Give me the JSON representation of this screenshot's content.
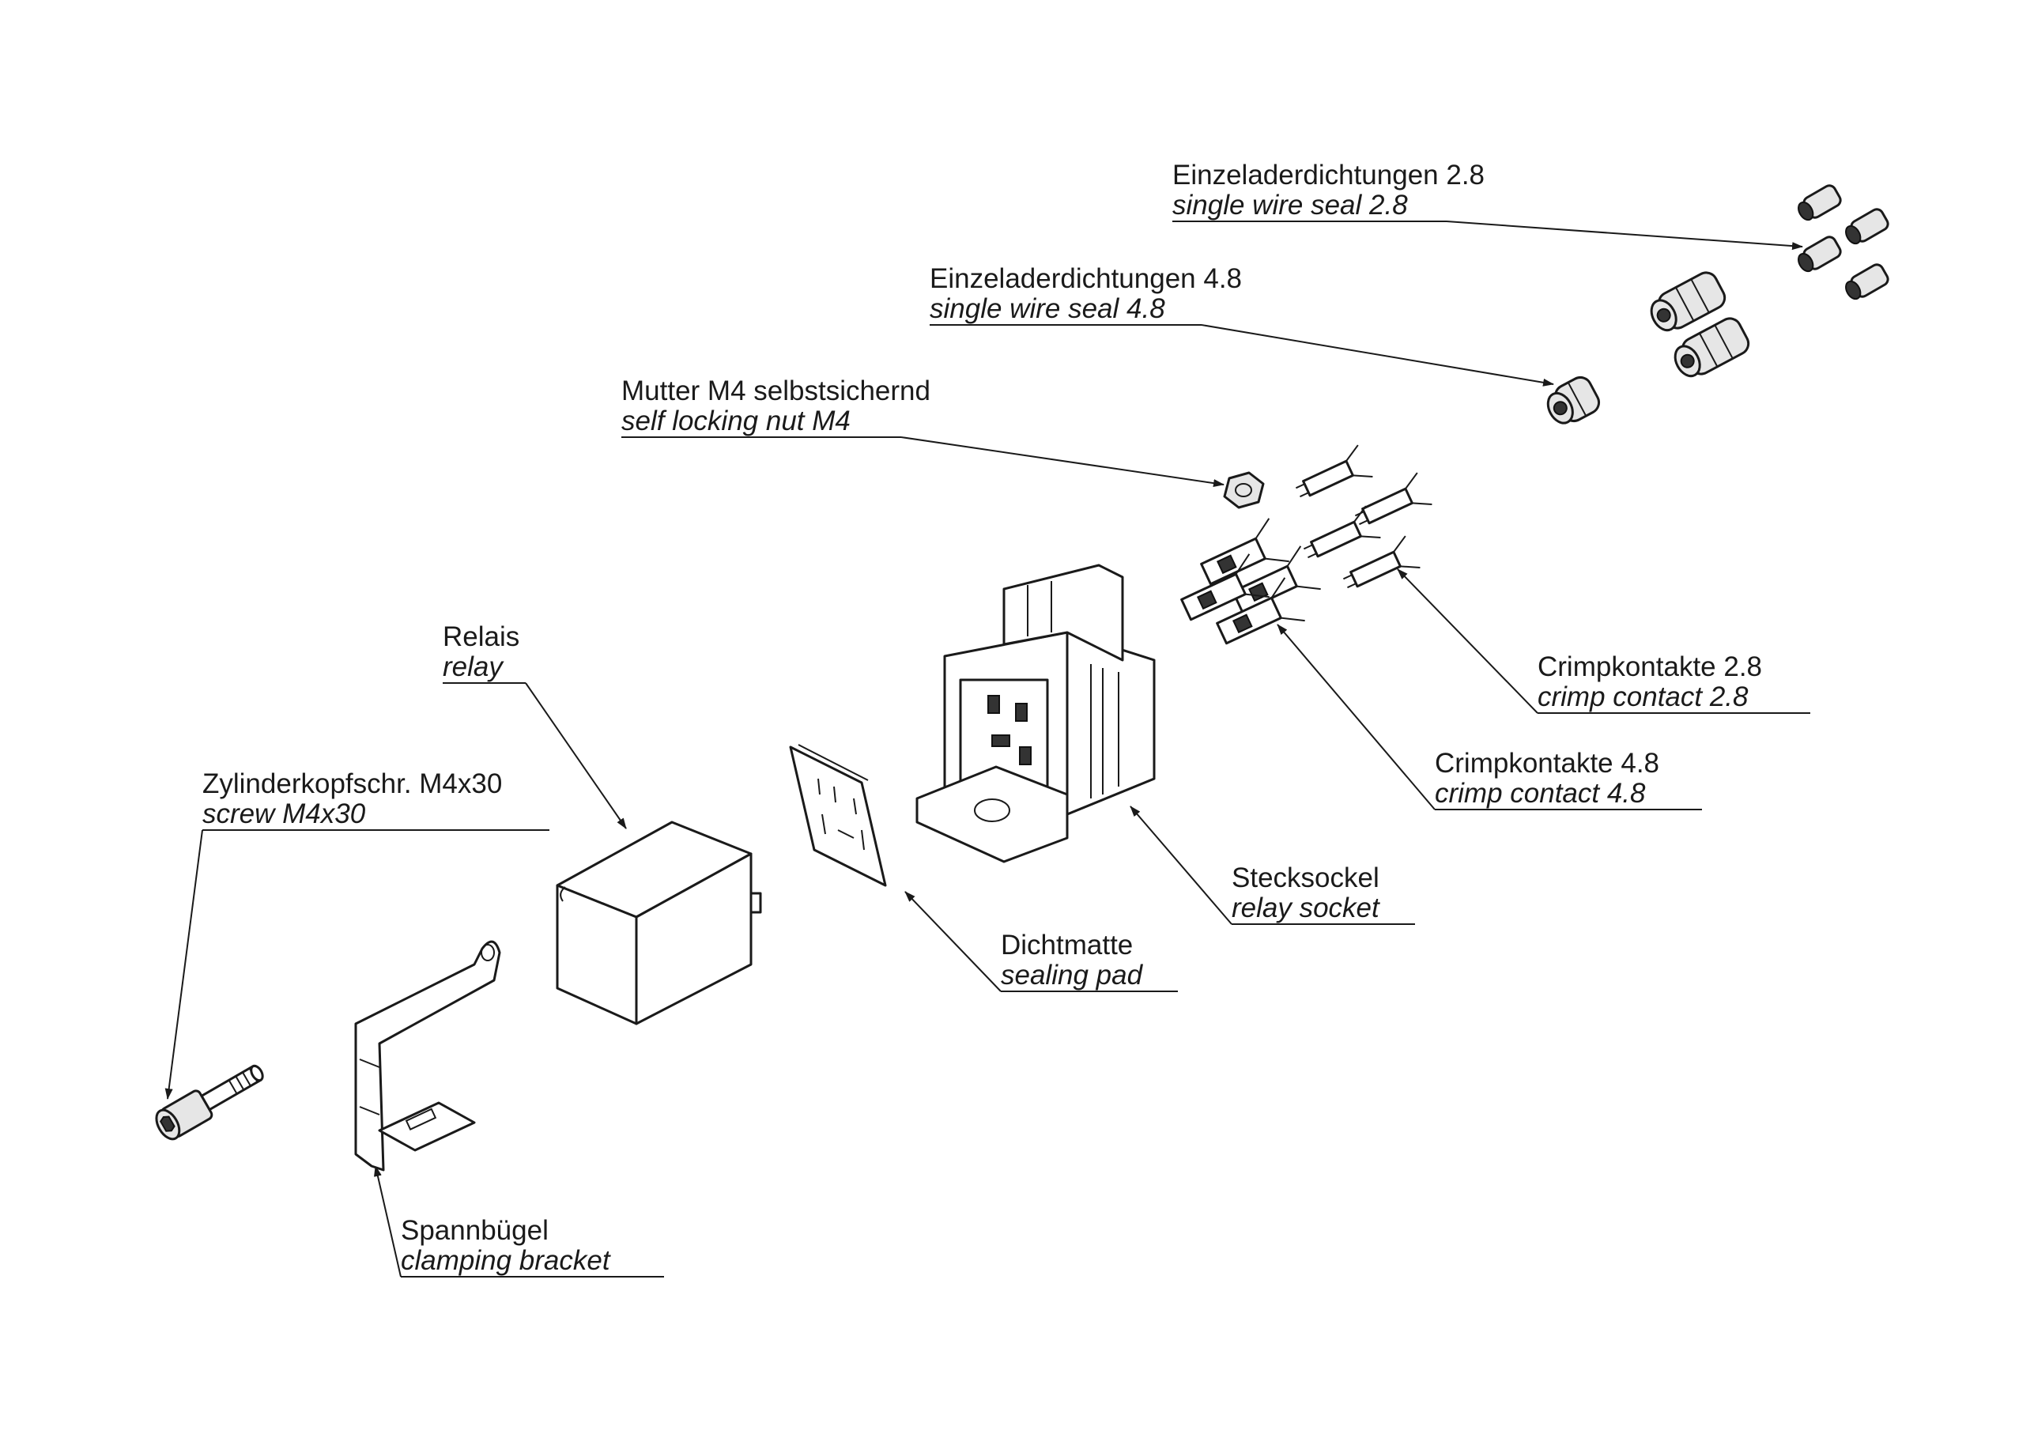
{
  "labels": {
    "seal28": {
      "de": "Einzeladerdichtungen 2.8",
      "en": "single wire seal 2.8"
    },
    "seal48": {
      "de": "Einzeladerdichtungen 4.8",
      "en": "single wire seal 4.8"
    },
    "nut": {
      "de": "Mutter M4 selbstsichernd",
      "en": "self locking nut M4"
    },
    "relay": {
      "de": "Relais",
      "en": "relay"
    },
    "screw": {
      "de": "Zylinderkopfschr. M4x30",
      "en": "screw M4x30"
    },
    "crimp28": {
      "de": "Crimpkontakte 2.8",
      "en": "crimp contact 2.8"
    },
    "crimp48": {
      "de": "Crimpkontakte 4.8",
      "en": "crimp contact 4.8"
    },
    "socket": {
      "de": "Stecksockel",
      "en": "relay socket"
    },
    "pad": {
      "de": "Dichtmatte",
      "en": "sealing pad"
    },
    "bracket": {
      "de": "Spannbügel",
      "en": "clamping bracket"
    }
  }
}
